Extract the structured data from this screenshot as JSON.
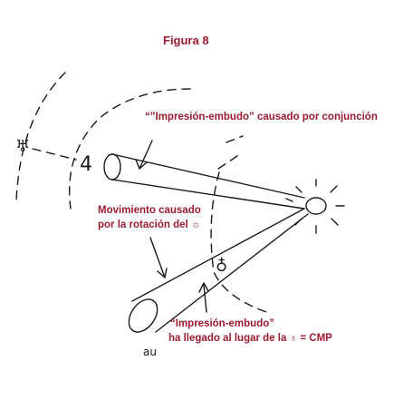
{
  "title": "Figura 8",
  "labels": {
    "funnel_conjunction": "“”Impresión-embudo” causado por conjunción",
    "movement_line1": "Movimiento causado",
    "movement_line2": "por la rotación del ☼",
    "arrived_line1": "“Impresión-embudo”",
    "arrived_line2": "ha llegado al lugar de la ♁ = CMP"
  },
  "symbols": {
    "uranus_glyph": "♅",
    "jupiter_glyph": "4",
    "earth_glyph": "♁",
    "handwritten_note": "au"
  },
  "colors": {
    "label": "#9b1b30",
    "ink": "#1a1a1a"
  }
}
